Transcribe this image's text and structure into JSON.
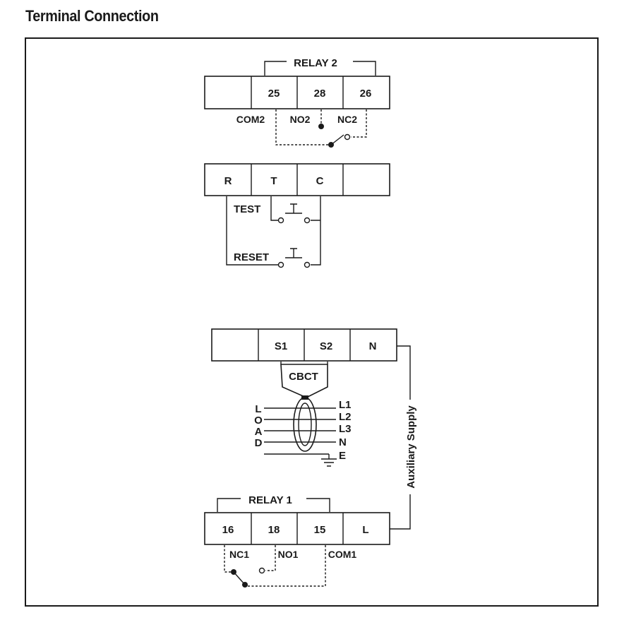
{
  "title": "Terminal Connection",
  "relay2": {
    "label": "RELAY 2",
    "terminals": [
      "",
      "25",
      "28",
      "26"
    ],
    "contacts": {
      "com": "COM2",
      "no": "NO2",
      "nc": "NC2"
    }
  },
  "control": {
    "terminals": [
      "R",
      "T",
      "C",
      ""
    ],
    "test_label": "TEST",
    "reset_label": "RESET"
  },
  "cbct_block": {
    "terminals": [
      "",
      "S1",
      "S2",
      "N"
    ],
    "cbct_label": "CBCT",
    "load_letters": [
      "L",
      "O",
      "A",
      "D"
    ],
    "line_labels": [
      "L1",
      "L2",
      "L3",
      "N",
      "E"
    ]
  },
  "aux_label": "Auxiliary Supply",
  "relay1": {
    "label": "RELAY 1",
    "terminals": [
      "16",
      "18",
      "15",
      "L"
    ],
    "contacts": {
      "nc": "NC1",
      "no": "NO1",
      "com": "COM1"
    }
  }
}
